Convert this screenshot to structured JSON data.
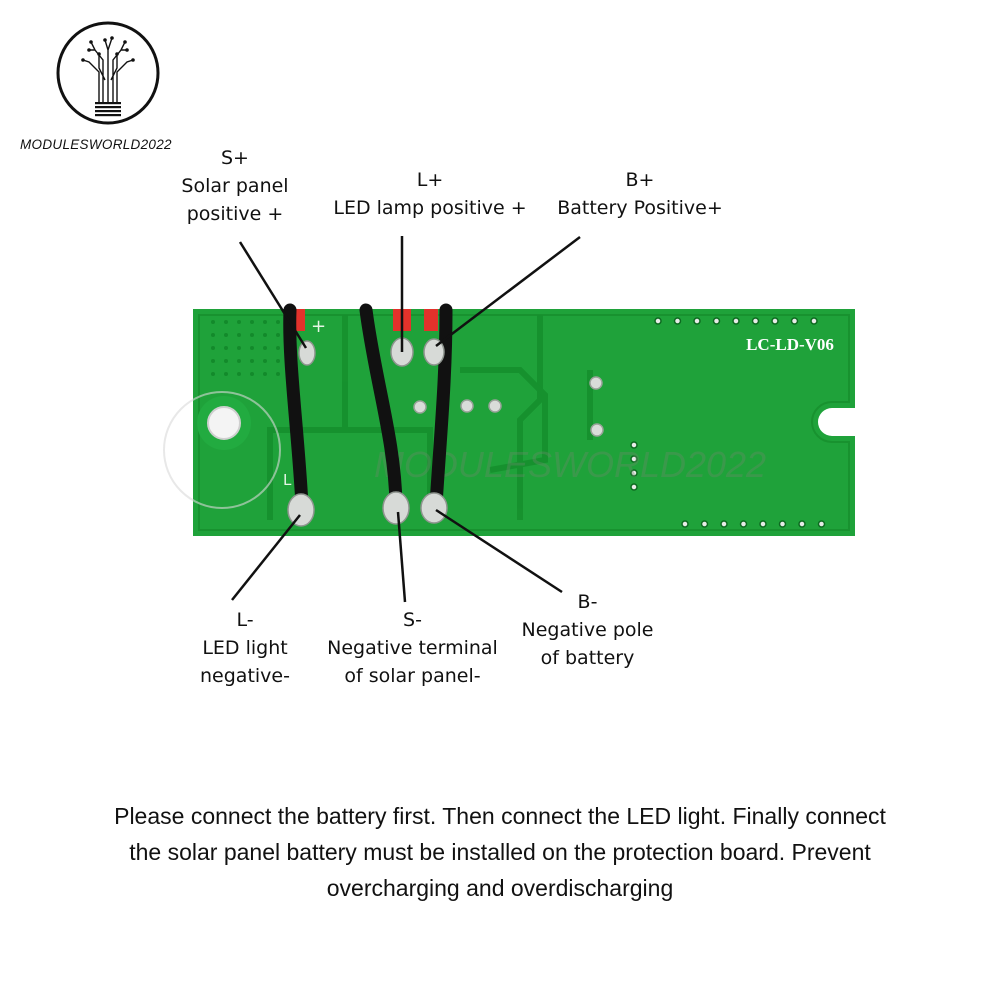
{
  "brand": {
    "name": "MODULESWORLD2022",
    "logo_icon": "circuit-tree-bulb-icon",
    "watermark_text": "MODULESWORLD2022"
  },
  "board": {
    "model": "LC-LD-V06",
    "pcb_color": "#1fa23a",
    "silkscreen_marks": [
      "+",
      "L"
    ]
  },
  "terminals": {
    "top": [
      {
        "code": "S+",
        "lines": [
          "Solar panel",
          "positive +"
        ]
      },
      {
        "code": "L+",
        "lines": [
          "LED lamp positive +"
        ]
      },
      {
        "code": "B+",
        "lines": [
          "Battery Positive+"
        ]
      }
    ],
    "bottom": [
      {
        "code": "L-",
        "lines": [
          "LED light",
          "negative-"
        ]
      },
      {
        "code": "S-",
        "lines": [
          "Negative terminal",
          "of solar panel-"
        ]
      },
      {
        "code": "B-",
        "lines": [
          "Negative pole",
          "of battery"
        ]
      }
    ]
  },
  "instructions": {
    "lines": [
      "Please connect the battery first. Then connect the LED light. Finally connect",
      "the solar panel battery must be installed on the protection board. Prevent",
      "overcharging and overdischarging"
    ]
  }
}
